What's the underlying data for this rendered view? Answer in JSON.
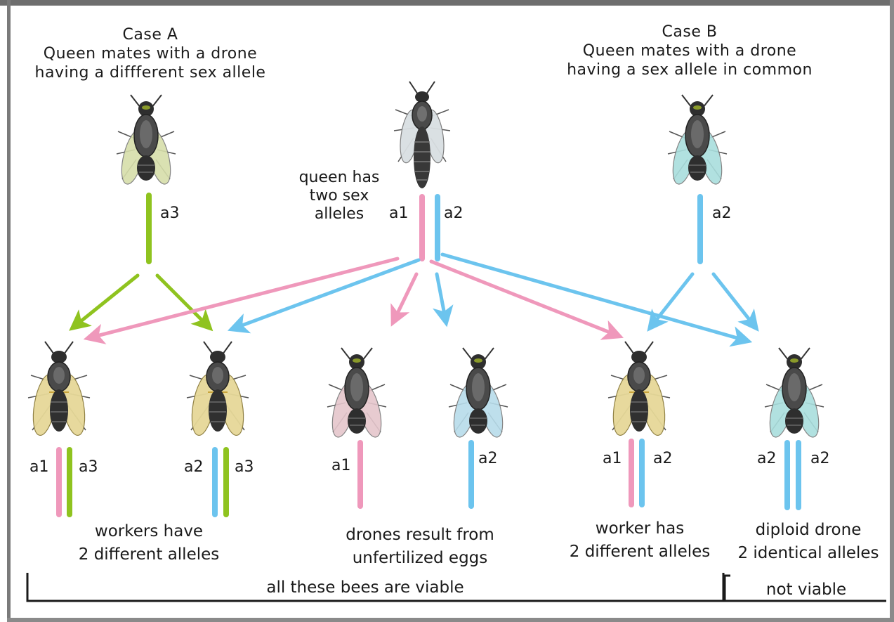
{
  "caseA": {
    "title": "Case A",
    "line1": "Queen mates with a drone",
    "line2": "having a diffferent sex allele"
  },
  "caseB": {
    "title": "Case B",
    "line1": "Queen mates with a drone",
    "line2": "having a sex allele in common"
  },
  "queen": {
    "label1": "queen has",
    "label2": "two sex",
    "label3": "alleles",
    "allele1": "a1",
    "allele2": "a2"
  },
  "droneA": {
    "allele": "a3"
  },
  "droneB": {
    "allele": "a2"
  },
  "offspring": {
    "worker1": {
      "left": "a1",
      "right": "a3"
    },
    "worker2": {
      "left": "a2",
      "right": "a3"
    },
    "drone1": {
      "allele": "a1"
    },
    "drone2": {
      "allele": "a2"
    },
    "worker3": {
      "left": "a1",
      "right": "a2"
    },
    "diploid": {
      "left": "a2",
      "right": "a2"
    }
  },
  "captions": {
    "workers_line1": "workers have",
    "workers_line2": "2 different alleles",
    "drones_line1": "drones result from",
    "drones_line2": "unfertilized eggs",
    "worker_line1": "worker has",
    "worker_line2": "2 different alleles",
    "diploid_line1": "diploid drone",
    "diploid_line2": "2 identical alleles"
  },
  "brackets": {
    "viable": "all these bees are viable",
    "not_viable": "not viable"
  },
  "colors": {
    "pink": "#ef98bb",
    "blue": "#6cc4ee",
    "green": "#8fc31f",
    "bee_body": "#3c3c3c",
    "worker_wing": "#e6d898",
    "drone_wing_pink": "#e5c6cc",
    "drone_wing_blue": "#b7dcea",
    "droneB_wing": "#a9dedd",
    "droneA_wing": "#d6deaa",
    "queen_wing": "#d9dfe2"
  }
}
